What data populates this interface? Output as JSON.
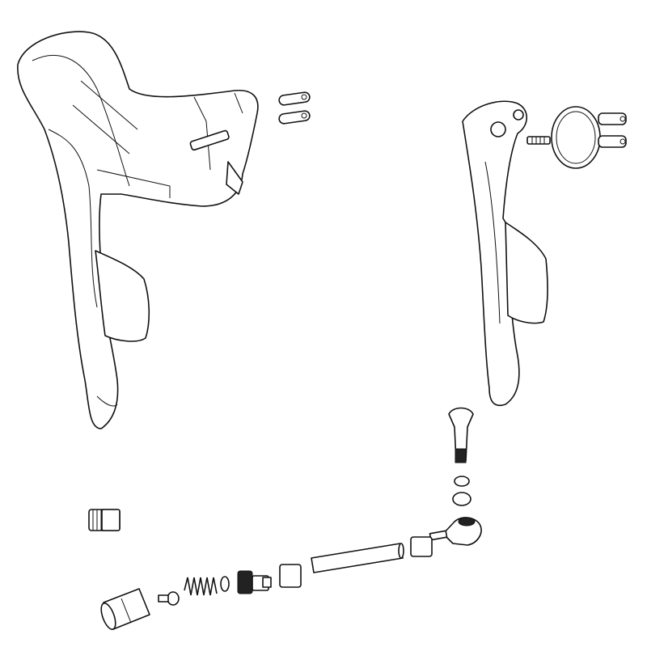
{
  "diagram": {
    "type": "exploded-parts-drawing",
    "line_color": "#111111",
    "background": "#ffffff",
    "parts": [
      "shift-brake-lever-body",
      "pin-pair",
      "brake-lever-blade",
      "handlebar-clamp",
      "clamp-bolt",
      "pivot-bolt",
      "washers",
      "hose-fitting",
      "hose",
      "olive",
      "compression-nut",
      "piston-assembly",
      "spring",
      "seal",
      "reservoir-cap",
      "bleed-port-plug"
    ]
  }
}
